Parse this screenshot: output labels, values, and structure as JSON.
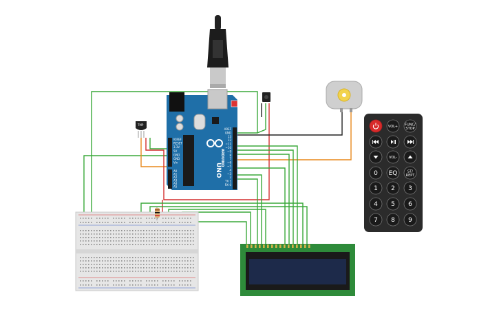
{
  "arduino": {
    "brand_label": "ARDUINO",
    "model_label": "UNO",
    "pin_labels_digital": [
      "AREF",
      "GND",
      "13",
      "12",
      "~11",
      "~10",
      "~9",
      "8",
      "7",
      "~6",
      "~5",
      "4",
      "~3",
      "2",
      "TX 1",
      "RX 0"
    ],
    "pin_labels_power": [
      "IOREF",
      "RESET",
      "3.3V",
      "5V",
      "GND",
      "GND",
      "Vin"
    ],
    "pin_labels_analog": [
      "A0",
      "A1",
      "A2",
      "A3",
      "A4",
      "A5"
    ]
  },
  "temp_sensor": {
    "label": "TMP"
  },
  "remote": {
    "buttons": [
      {
        "label": "",
        "name": "power-button",
        "icon": "power-icon"
      },
      {
        "label": "VOL+",
        "name": "vol-up-button",
        "icon": ""
      },
      {
        "label": "FUNC/ STOP",
        "name": "func-stop-button",
        "icon": ""
      },
      {
        "label": "",
        "name": "rewind-button",
        "icon": "rewind-icon"
      },
      {
        "label": "",
        "name": "play-pause-button",
        "icon": "play-pause-icon"
      },
      {
        "label": "",
        "name": "fast-forward-button",
        "icon": "fast-forward-icon"
      },
      {
        "label": "",
        "name": "down-button",
        "icon": "arrow-down-icon"
      },
      {
        "label": "VOL-",
        "name": "vol-down-button",
        "icon": ""
      },
      {
        "label": "",
        "name": "up-button",
        "icon": "arrow-up-icon"
      },
      {
        "label": "0",
        "name": "digit-0-button",
        "icon": ""
      },
      {
        "label": "EQ",
        "name": "eq-button",
        "icon": ""
      },
      {
        "label": "ST/ REPT",
        "name": "st-rept-button",
        "icon": ""
      },
      {
        "label": "1",
        "name": "digit-1-button",
        "icon": ""
      },
      {
        "label": "2",
        "name": "digit-2-button",
        "icon": ""
      },
      {
        "label": "3",
        "name": "digit-3-button",
        "icon": ""
      },
      {
        "label": "4",
        "name": "digit-4-button",
        "icon": ""
      },
      {
        "label": "5",
        "name": "digit-5-button",
        "icon": ""
      },
      {
        "label": "6",
        "name": "digit-6-button",
        "icon": ""
      },
      {
        "label": "7",
        "name": "digit-7-button",
        "icon": ""
      },
      {
        "label": "8",
        "name": "digit-8-button",
        "icon": ""
      },
      {
        "label": "9",
        "name": "digit-9-button",
        "icon": ""
      }
    ]
  },
  "colors": {
    "wire_green": "#3aa83a",
    "wire_red": "#d32f2f",
    "wire_orange": "#e8891c",
    "wire_black": "#222222",
    "board_blue": "#1f6fa8",
    "lcd_green": "#2e8b3a",
    "lcd_screen": "#1d2a4a",
    "remote_body": "#2b2b2b"
  }
}
